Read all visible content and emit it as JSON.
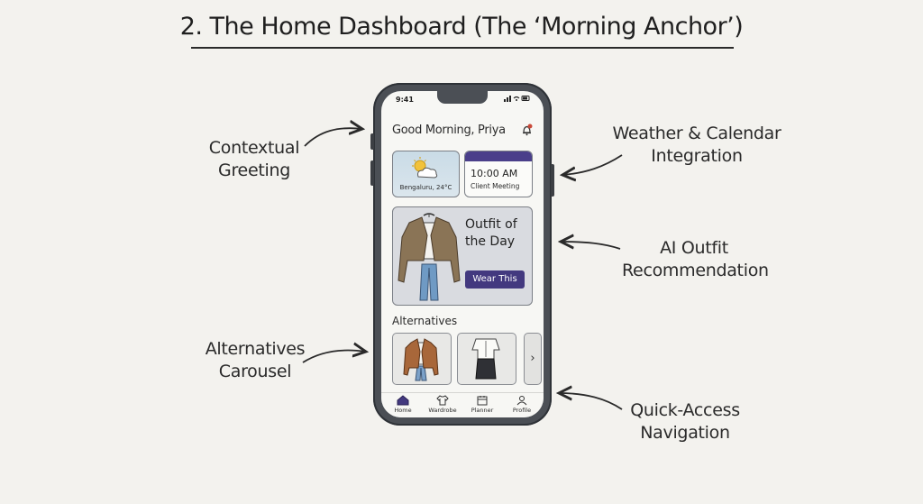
{
  "header": {
    "title": "2. The Home Dashboard (The ‘Morning Anchor’)"
  },
  "annotations": {
    "greeting": [
      "Contextual",
      "Greeting"
    ],
    "weather_calendar": [
      "Weather & Calendar",
      "Integration"
    ],
    "ai_outfit": [
      "AI Outfit",
      "Recommendation"
    ],
    "carousel": [
      "Alternatives",
      "Carousel"
    ],
    "navigation": [
      "Quick-Access",
      "Navigation"
    ]
  },
  "phone": {
    "status": {
      "time": "9:41"
    },
    "greeting": "Good Morning, Priya",
    "weather": {
      "location_temp": "Bengaluru, 24°C",
      "icon": "sun-cloud-icon"
    },
    "calendar": {
      "time": "10:00 AM",
      "event": "Client Meeting"
    },
    "outfit": {
      "title_line1": "Outfit of",
      "title_line2": "the Day",
      "button": "Wear This"
    },
    "alternatives": {
      "label": "Alternatives",
      "next_icon": "›"
    },
    "nav": [
      {
        "label": "Home",
        "icon": "home-icon"
      },
      {
        "label": "Wardrobe",
        "icon": "shirt-icon"
      },
      {
        "label": "Planner",
        "icon": "calendar-icon"
      },
      {
        "label": "Profile",
        "icon": "user-icon"
      }
    ],
    "colors": {
      "accent": "#43397f",
      "frame": "#4b4f55",
      "notification": "#c94a3a"
    }
  }
}
